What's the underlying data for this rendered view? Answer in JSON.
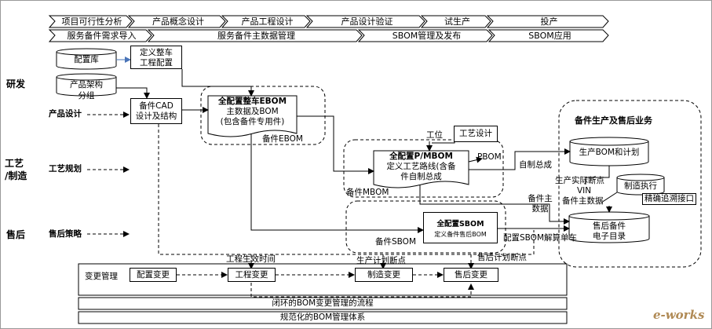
{
  "stages_top": [
    "项目可行性分析",
    "产品概念设计",
    "产品工程设计",
    "产品设计验证",
    "试生产",
    "投产"
  ],
  "stages_bottom": [
    "服务备件需求导入",
    "服务备件主数据管理",
    "SBOM管理及发布",
    "SBOM应用"
  ],
  "rows": {
    "rd": "研发",
    "process": "工艺\n/制造",
    "aftersales": "售后"
  },
  "side_labels": {
    "product_design": "产品设计",
    "process_plan": "工艺规划",
    "aftersales_strategy": "售后策略"
  },
  "nodes": {
    "config_lib": "配置库",
    "product_arch": "产品架构\n分组",
    "define_config": "定义整车\n工程配置",
    "spare_cad": "备件CAD\n设计及结构",
    "ebom_title": "全配置整车EBOM",
    "ebom_sub": "主数据及BOM\n(包含备件专用件)",
    "spare_ebom": "备件EBOM",
    "station": "工位",
    "process_design": "工艺设计",
    "mbom_title": "全配置P/MBOM",
    "mbom_sub": "定义工艺路线(含备\n件自制总成",
    "pbom": "PBOM",
    "spare_mbom": "备件MBOM",
    "sbom_title": "全配置SBOM",
    "sbom_sub": "定义备件售后BOM",
    "spare_sbom": "备件SBOM",
    "business_title": "备件生产及售后业务",
    "prod_bom": "生产BOM和计划",
    "self_assembly": "自制总成",
    "actual_break": "生产实际断点",
    "vin": "VIN",
    "spare_master": "备件主数据",
    "spare_main_data": "备件主\n数据",
    "exec": "制造执行",
    "trace": "精确追溯接口",
    "catalog": "售后备件\n电子目录",
    "config_sbom": "配置SBOM解算单车"
  },
  "change": {
    "label": "变更管理",
    "config_change": "配置变更",
    "eng_change": "工程变更",
    "mfg_change": "制造变更",
    "aftersales_change": "售后变更",
    "eng_effect": "工程生效时间",
    "prod_break": "生产计划断点",
    "aftersales_break": "售后计划断点"
  },
  "footer": {
    "closed_loop": "闭环的BOM变更管理的流程",
    "standard": "规范化的BOM管理体系"
  },
  "watermark": "e-works"
}
